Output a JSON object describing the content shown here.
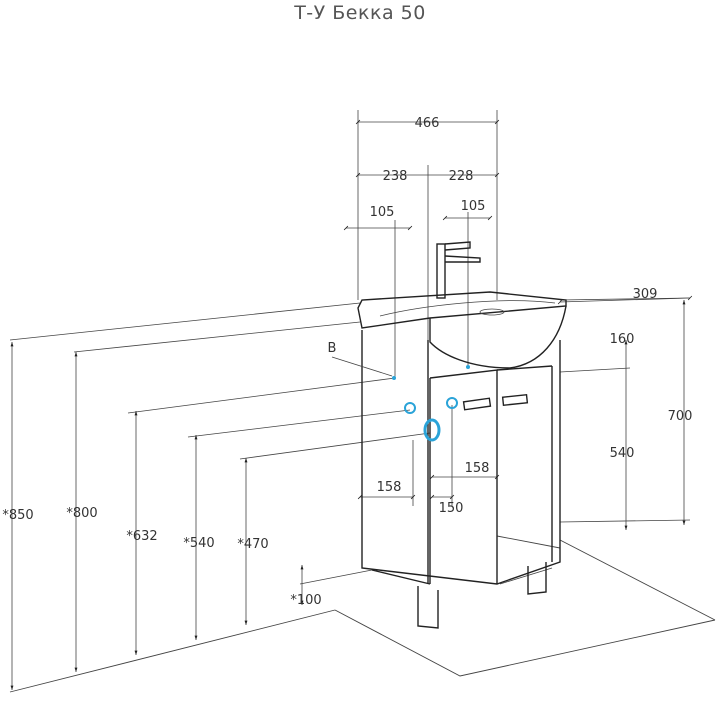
{
  "title": "Т-У Бекка 50",
  "point_label": "B",
  "dimensions": {
    "width_total": "466",
    "left_half": "238",
    "right_half": "228",
    "faucet_left": "105",
    "faucet_right": "105",
    "depth": "309",
    "basin_height": "160",
    "height_700": "700",
    "height_540": "540",
    "height_850": "*850",
    "height_800": "*800",
    "height_632": "*632",
    "height_540_star": "*540",
    "height_470": "*470",
    "height_100": "*100",
    "offset_158_left": "158",
    "offset_158_right": "158",
    "offset_150": "150"
  },
  "colors": {
    "line": "#222222",
    "connection": "#2aa3d8",
    "text": "#333333"
  }
}
